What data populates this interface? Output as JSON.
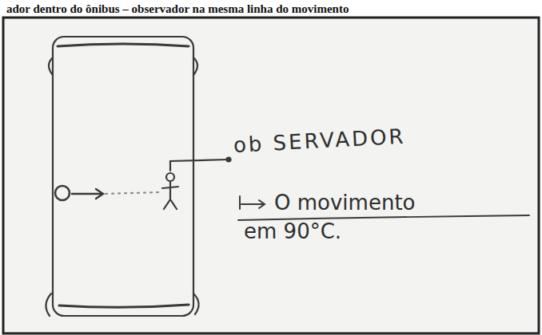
{
  "diagram": {
    "labels": [
      "ador dentro do ônibus – observador na mesma linha do movimento",
      "ob SERVADOR",
      "O movimento em 90°C."
    ]
  }
}
